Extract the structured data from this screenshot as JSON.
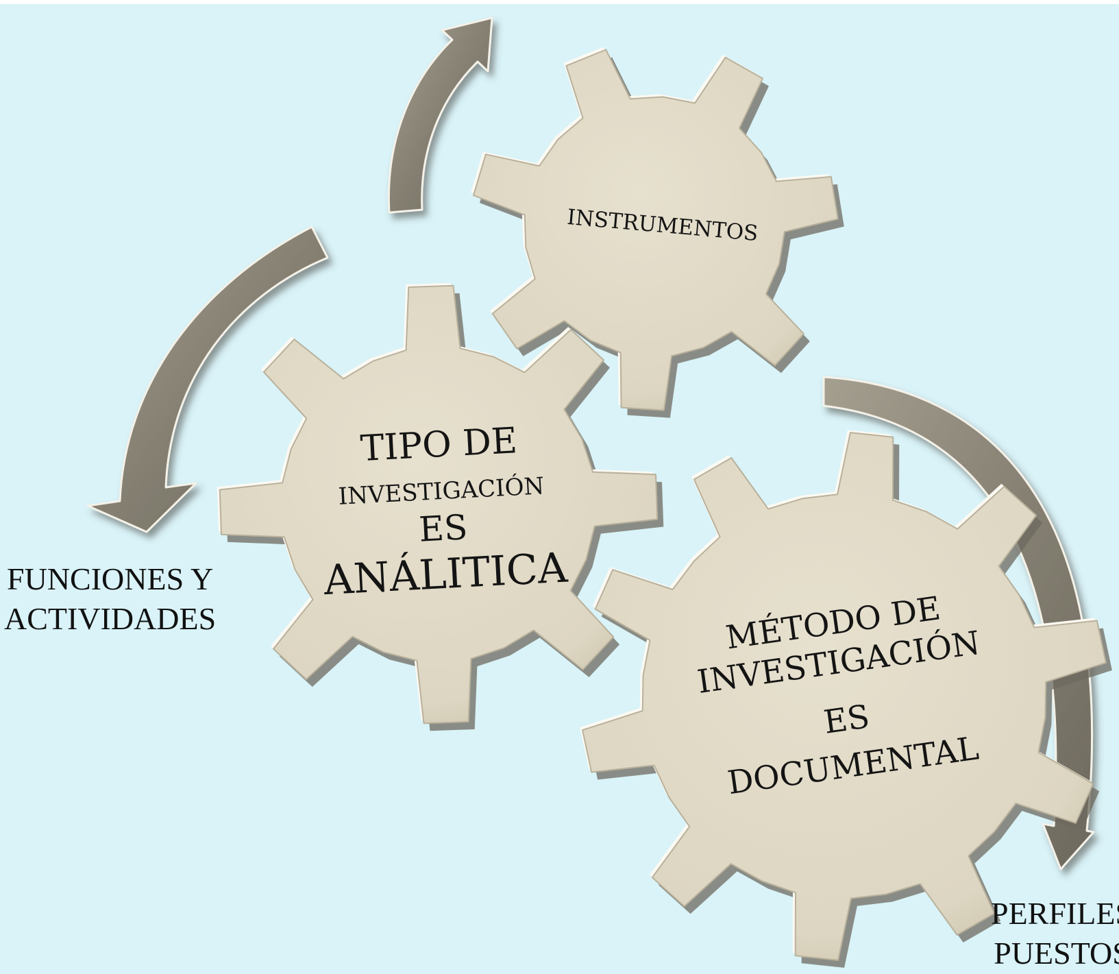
{
  "colors": {
    "background": "#d9f3f8",
    "gear_face": "#e1dbc9",
    "gear_highlight": "#fbf9f2",
    "gear_shadow": "#6d6a60",
    "arrow_face": "#8a8578",
    "text": "#141414"
  },
  "gears": {
    "instrumentos": {
      "label": "INSTRUMENTOS"
    },
    "tipo": {
      "line1": "TIPO DE",
      "line2": "INVESTIGACIÓN",
      "line3": "ES",
      "line4": "ANÁLITICA"
    },
    "metodo": {
      "line1": "MÉTODO DE",
      "line2": "INVESTIGACIÓN",
      "line3": "ES",
      "line4": "DOCUMENTAL"
    }
  },
  "labels": {
    "funciones": {
      "line1": "FUNCIONES Y",
      "line2": "ACTIVIDADES"
    },
    "perfiles": {
      "line1": "PERFILES",
      "line2": "PUESTOS"
    }
  }
}
